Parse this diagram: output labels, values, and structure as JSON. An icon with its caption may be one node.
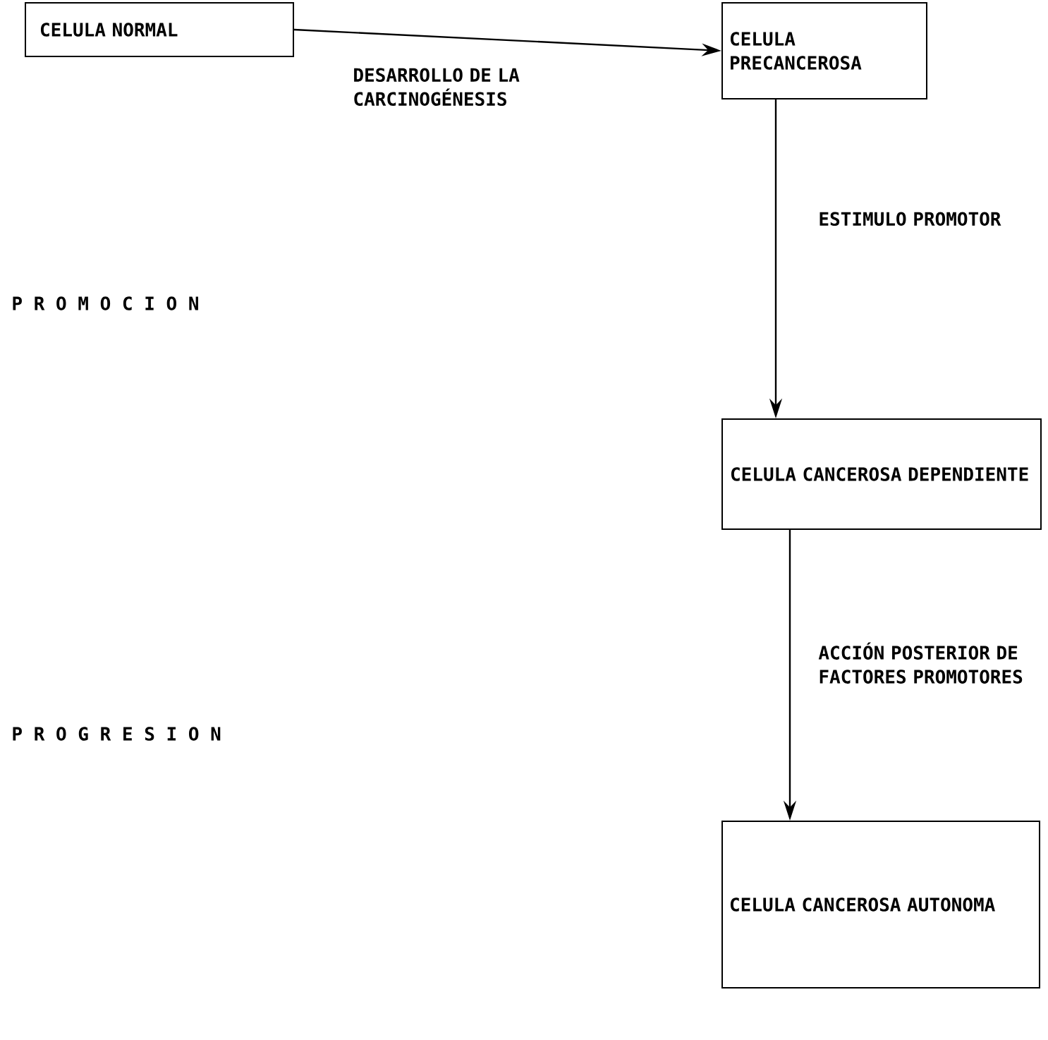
{
  "diagram": {
    "nodes": [
      {
        "text": [
          "CELULA NORMAL"
        ]
      },
      {
        "text": [
          "CELULA PRECANCEROSA"
        ]
      },
      {
        "text": [
          "CELULA CANCEROSA DEPENDIENTE"
        ]
      },
      {
        "text": [
          "CELULA CANCEROSA AUTONOMA"
        ]
      }
    ],
    "edges": [
      {
        "from": 0,
        "to": 1,
        "arrow": "to",
        "label": "DESARROLLO DE LA CARCINOGÉNESIS"
      },
      {
        "from": 1,
        "to": 2,
        "arrow": "to",
        "label": "ESTIMULO PROMOTOR"
      },
      {
        "from": 2,
        "to": 3,
        "arrow": "to",
        "label": "ACCIÓN POSTERIOR DE FACTORES PROMOTORES"
      }
    ],
    "labels": [
      "P R O M O C I O N",
      "P R O G R E S I O N"
    ]
  }
}
